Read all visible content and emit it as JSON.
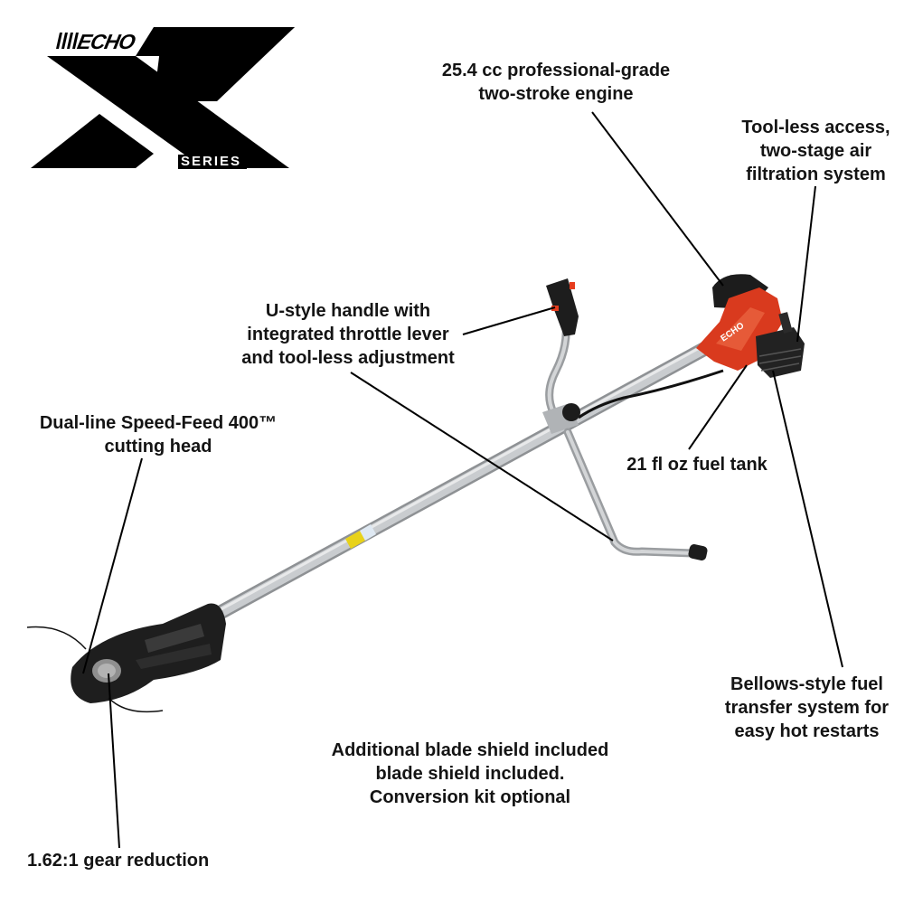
{
  "logo": {
    "brand": "ECHO",
    "series": "SERIES",
    "mark": "X"
  },
  "product": {
    "name": "String trimmer / brushcutter",
    "colors": {
      "engine_body": "#d93a1e",
      "engine_dark": "#1c1c1c",
      "shaft": "#b9bcbf",
      "shield": "#222222",
      "callout_line": "#000000"
    }
  },
  "callouts": [
    {
      "id": "engine",
      "lines": [
        "25.4 cc professional-grade",
        "two-stroke engine"
      ]
    },
    {
      "id": "air-filter",
      "lines": [
        "Tool-less access,",
        "two-stage air",
        "filtration system"
      ]
    },
    {
      "id": "handle",
      "lines": [
        "U-style handle with",
        "integrated throttle lever",
        "and tool-less adjustment"
      ]
    },
    {
      "id": "cutting-head",
      "lines": [
        "Dual-line Speed-Feed 400™",
        "cutting head"
      ]
    },
    {
      "id": "fuel-tank",
      "lines": [
        "21 fl oz fuel tank"
      ]
    },
    {
      "id": "bellows",
      "lines": [
        "Bellows-style fuel",
        "transfer system for",
        "easy hot restarts"
      ]
    },
    {
      "id": "blade-shield",
      "lines": [
        "Additional blade shield included",
        "blade shield included.",
        "Conversion kit optional"
      ]
    },
    {
      "id": "gear",
      "lines": [
        "1.62:1 gear reduction"
      ]
    }
  ]
}
